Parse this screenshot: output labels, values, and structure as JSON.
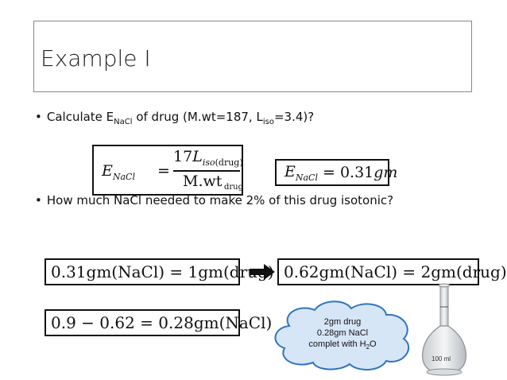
{
  "title": "Example I",
  "bullet1": {
    "prefix": "Calculate E",
    "sub1": "NaCl",
    "mid": " of drug (M.wt=187, L",
    "sub2": "iso",
    "suffix": "=3.4)?"
  },
  "bullet2": "How much NaCl needed to make 2% of this drug isotonic?",
  "formula": {
    "lhs_main": "E",
    "lhs_sub": "NaCl",
    "equals": "=",
    "numerator_coef": "17",
    "numerator_var": "L",
    "numerator_sub": "iso",
    "numerator_paren": "(drug)",
    "denominator": "M.wt",
    "denominator_sub": "drug"
  },
  "result": {
    "lhs_main": "E",
    "lhs_sub": "NaCl",
    "rhs": "= 0.31",
    "unit": "gm"
  },
  "eq1": "0.31gm(NaCl) = 1gm(drug)",
  "eq2": "0.62gm(NaCl) = 2gm(drug)",
  "eq3": "0.9 − 0.62 = 0.28gm(NaCl)",
  "cloud": {
    "line1": "2gm drug",
    "line2": "0.28gm NaCl",
    "line3_prefix": "complet with H",
    "line3_sub": "2",
    "line3_suffix": "O"
  },
  "flask_label": "100 ml"
}
